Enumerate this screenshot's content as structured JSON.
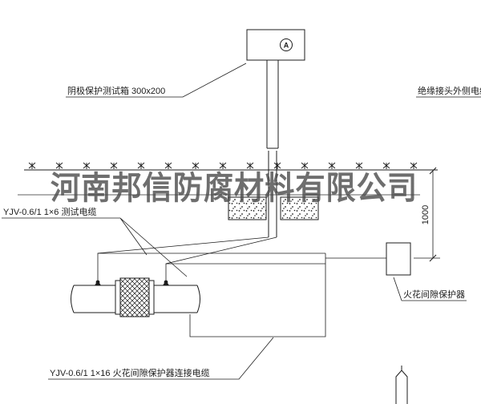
{
  "drawing": {
    "watermark": "河南邦信防腐材料有限公司",
    "test_box_label": "阴极保护测试箱 300x200",
    "meter_symbol": "A",
    "insulated_joint_cable_label": "绝缘接头外侧电缆",
    "test_cable_label": "YJV-0.6/1 1×6  测试电缆",
    "spark_gap_protector_label": "火花间隙保护器",
    "protector_cable_label": "YJV-0.6/1 1×16  火花间隙保护器连接电缆",
    "dimension_1000": "1000"
  },
  "icons": {
    "ground_hatch": "ground-surface-hatch-marks",
    "concrete_block": "stippled-concrete-foundation",
    "insulating_joint": "crosshatched-insulating-joint",
    "weld_point": "cad-weld-connection-dot"
  },
  "colors": {
    "line": "#1c1c1c",
    "watermark": "#4a4a4a",
    "background": "#ffffff"
  }
}
